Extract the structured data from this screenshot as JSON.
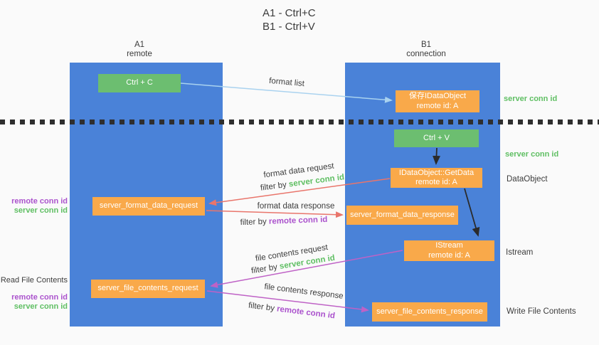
{
  "title": {
    "line1": "A1 - Ctrl+C",
    "line2": "B1 - Ctrl+V"
  },
  "columns": {
    "left": {
      "name": "A1",
      "role": "remote"
    },
    "right": {
      "name": "B1",
      "role": "connection"
    }
  },
  "nodes": {
    "ctrl_c": {
      "label": "Ctrl + C"
    },
    "save_idataobject": {
      "line1": "保存IDataObject",
      "line2": "remote id: A"
    },
    "ctrl_v": {
      "label": "Ctrl + V"
    },
    "getdata": {
      "line1": "IDataObject::GetData",
      "line2": "remote id: A"
    },
    "format_request": {
      "label": "server_format_data_request"
    },
    "format_response": {
      "label": "server_format_data_response"
    },
    "istream": {
      "line1": "IStream",
      "line2": "remote id: A"
    },
    "file_request": {
      "label": "server_file_contents_request"
    },
    "file_response": {
      "label": "server_file_contents_response"
    }
  },
  "annotations": {
    "server_conn_id_top": "server conn id",
    "server_conn_id_mid": "server conn id",
    "dataobject": "DataObject",
    "istream": "Istream",
    "write_file_contents": "Write File Contents",
    "read_file_contents": "Read File Contents",
    "format_pair": {
      "remote": "remote conn id",
      "server": "server conn id"
    },
    "file_pair": {
      "remote": "remote conn id",
      "server": "server conn id"
    }
  },
  "arrow_labels": {
    "format_list": "format list",
    "format_data_request": "format data request",
    "filter_server_1": {
      "prefix": "filter by",
      "key": "server conn id"
    },
    "format_data_response": "format data response",
    "filter_remote_1": {
      "prefix": "filter by",
      "key": "remote conn id"
    },
    "file_contents_request": "file contents request",
    "filter_server_2": {
      "prefix": "filter by",
      "key": "server conn id"
    },
    "file_contents_response": "file contents response",
    "filter_remote_2": {
      "prefix": "filter by",
      "key": "remote conn id"
    }
  },
  "colors": {
    "lifeline_blue": "#4a82d8",
    "action_green": "#6cbe70",
    "message_orange": "#f9a94a",
    "request_red": "#e9756b",
    "contents_magenta": "#bf62c6",
    "format_list_blue": "#a9d2ef",
    "server_conn_green": "#5fbf63",
    "remote_conn_purple": "#ab53cd",
    "arrow_black": "#2b2b2b",
    "text_dark": "#3d3d3d",
    "background": "#fafafa"
  }
}
